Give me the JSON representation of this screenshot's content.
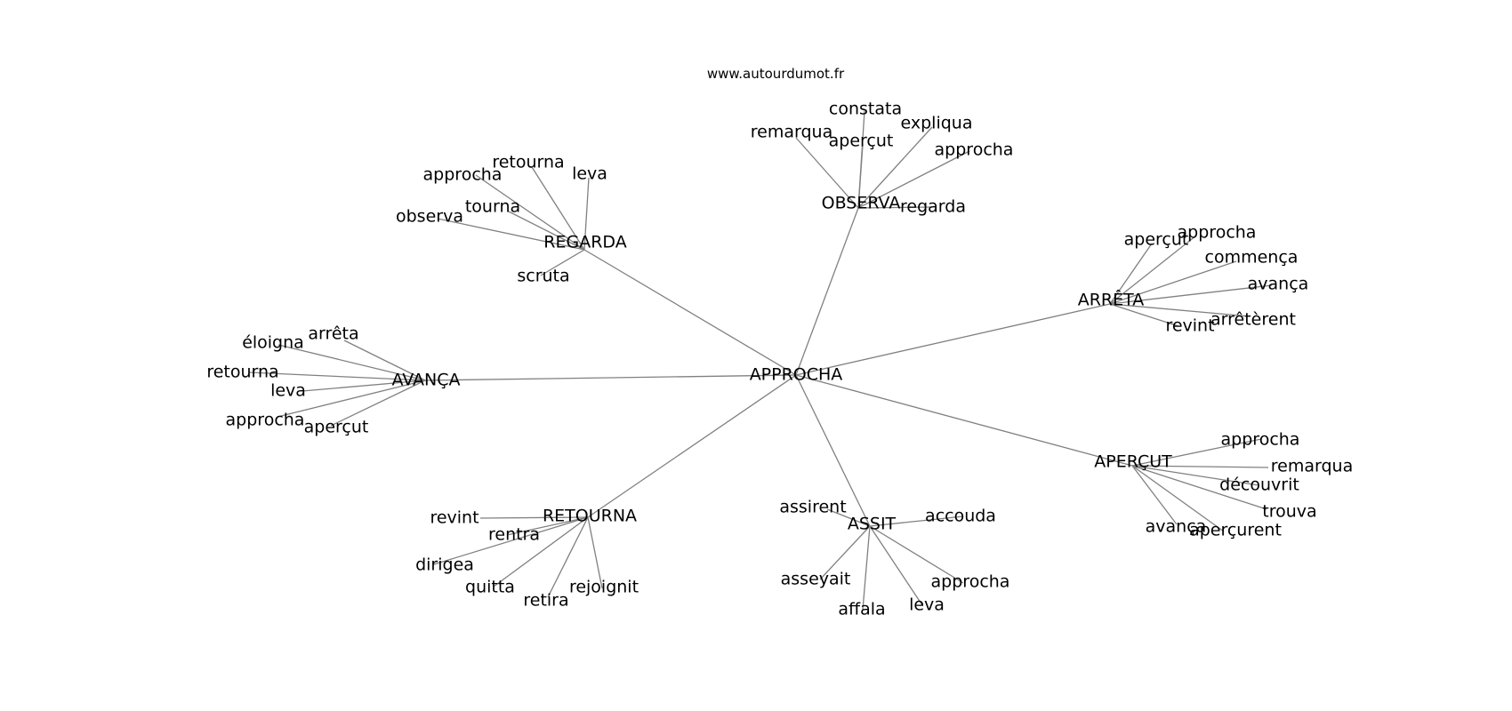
{
  "site_label": "www.autourdumot.fr",
  "edge_color": "#808080",
  "graph": {
    "label": "APPROCHA",
    "children": [
      {
        "label": "OBSERVA",
        "children": [
          "constata",
          "remarqua",
          "aperçut",
          "expliqua",
          "approcha",
          "regarda"
        ]
      },
      {
        "label": "REGARDA",
        "children": [
          "retourna",
          "approcha",
          "leva",
          "tourna",
          "observa",
          "scruta"
        ]
      },
      {
        "label": "ARRÊTA",
        "children": [
          "aperçut",
          "approcha",
          "commença",
          "avança",
          "arrêtèrent",
          "revint"
        ]
      },
      {
        "label": "AVANÇA",
        "children": [
          "arrêta",
          "éloigna",
          "retourna",
          "leva",
          "approcha",
          "aperçut"
        ]
      },
      {
        "label": "APERÇUT",
        "children": [
          "approcha",
          "remarqua",
          "découvrit",
          "trouva",
          "avança",
          "aperçurent"
        ]
      },
      {
        "label": "RETOURNA",
        "children": [
          "revint",
          "rentra",
          "dirigea",
          "quitta",
          "retira",
          "rejoignit"
        ]
      },
      {
        "label": "ASSIT",
        "children": [
          "assirent",
          "accouda",
          "asseyait",
          "approcha",
          "affala",
          "leva"
        ]
      }
    ]
  }
}
